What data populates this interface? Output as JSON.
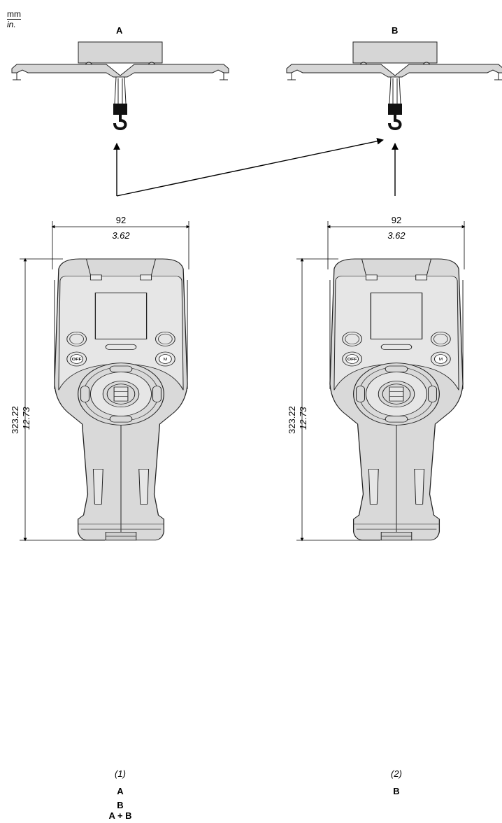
{
  "units": {
    "primary": "mm",
    "secondary": "in."
  },
  "suspension": {
    "A": {
      "label": "A"
    },
    "B": {
      "label": "B"
    }
  },
  "devices": [
    {
      "width_mm": "92",
      "width_in": "3.62",
      "height_mm": "323.22",
      "height_in": "12.73",
      "caption": "(1)",
      "modes": [
        "A",
        "B",
        "A + B"
      ]
    },
    {
      "width_mm": "92",
      "width_in": "3.62",
      "height_mm": "323.22",
      "height_in": "12.73",
      "caption": "(2)",
      "modes": [
        "B"
      ]
    }
  ],
  "colors": {
    "body": "#d9d9d9",
    "face": "#e6e6e6",
    "line": "#222222"
  }
}
